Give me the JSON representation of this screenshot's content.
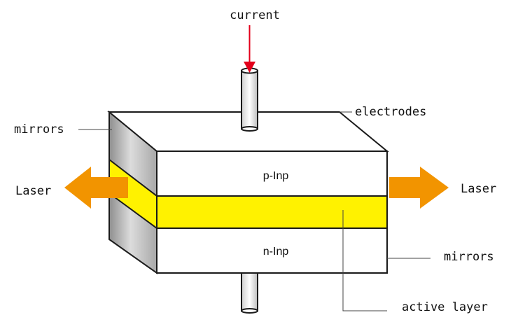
{
  "diagram": {
    "labels": {
      "current": "current",
      "electrodes": "electrodes",
      "mirrors_left": "mirrors",
      "mirrors_right": "mirrors",
      "laser_left": "Laser",
      "laser_right": "Laser",
      "active_layer": "active layer",
      "p_layer": "p-Inp",
      "n_layer": "n-Inp"
    },
    "colors": {
      "laser_arrow": "#f29400",
      "active_layer": "#fff200",
      "current_arrow": "#e3001b",
      "mirror_gray": "#b7b7b7",
      "outline": "#1a1a1a"
    },
    "icons": {
      "laser_arrow": "block-arrow",
      "current_arrow": "down-arrow"
    }
  }
}
